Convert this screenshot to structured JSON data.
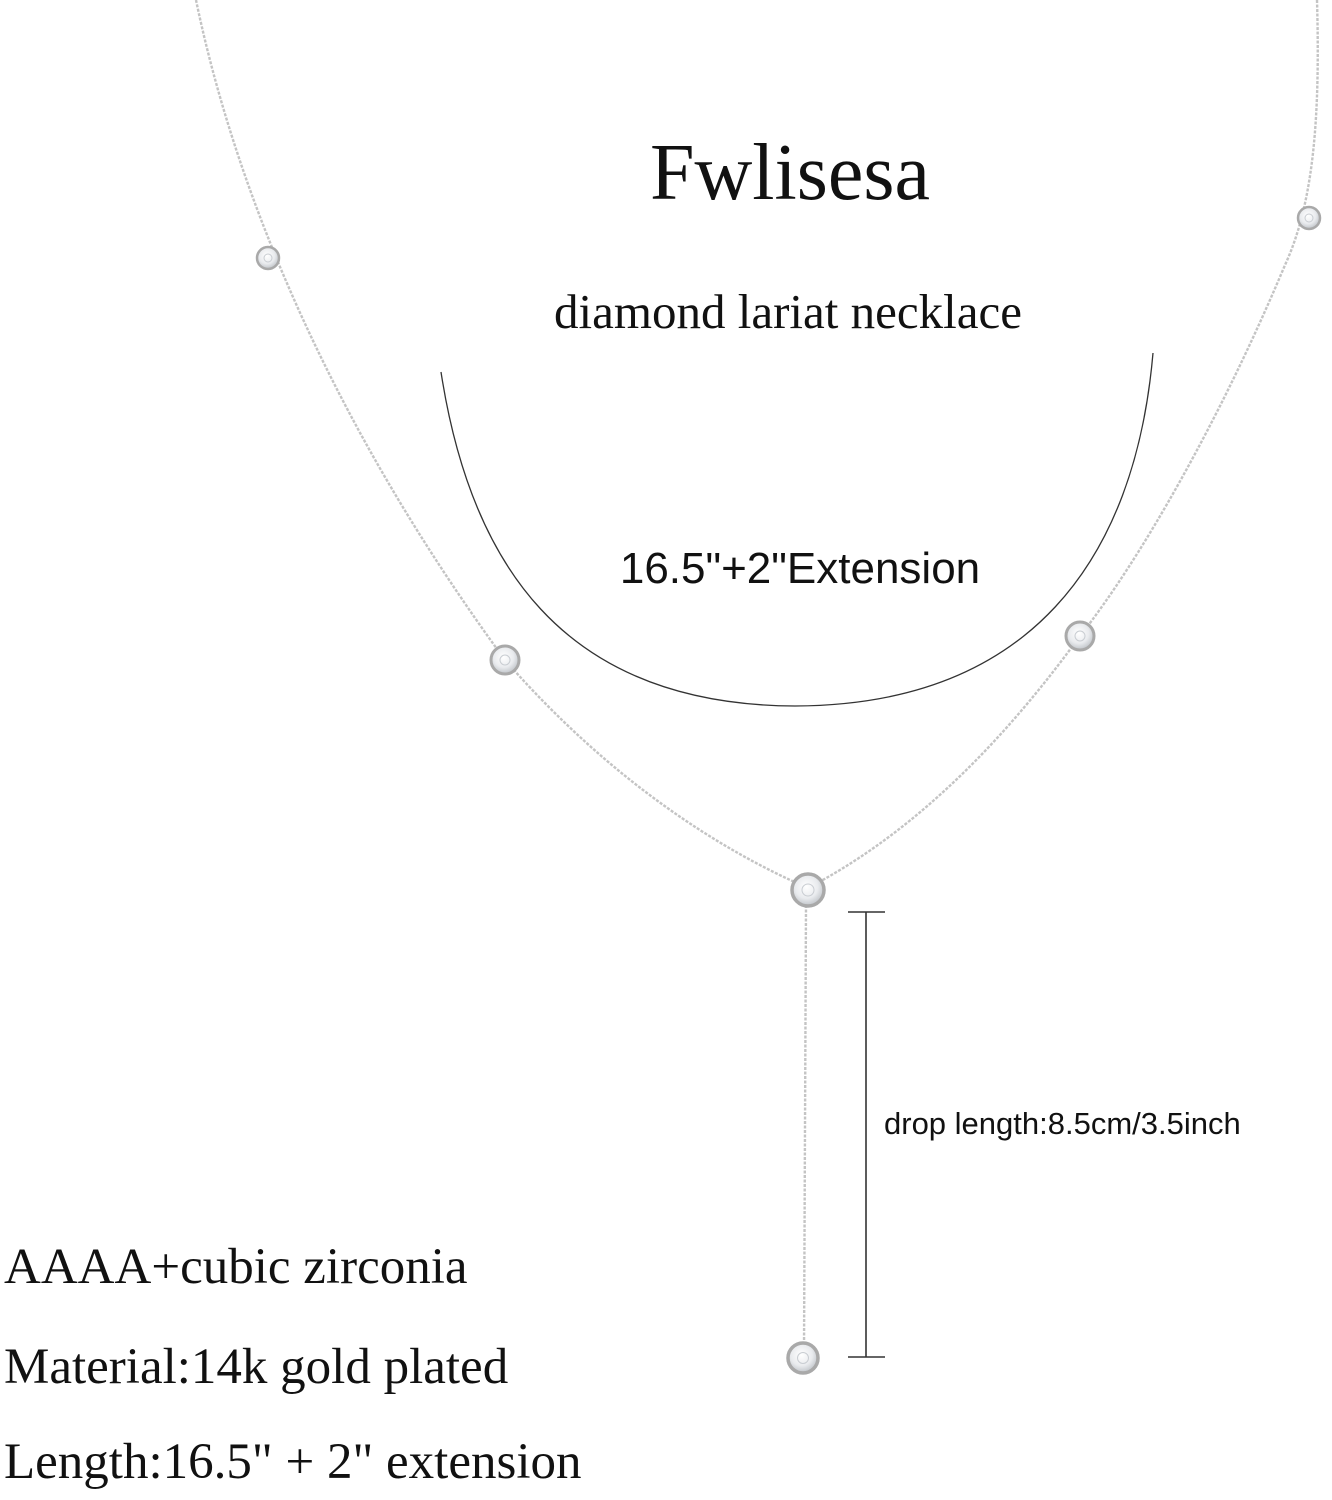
{
  "product": {
    "brand": "Fwlisesa",
    "subtitle": "diamond lariat necklace",
    "length_callout": "16.5\"+2\"Extension",
    "drop_callout": "drop length:8.5cm/3.5inch"
  },
  "specs": [
    "AAAA+cubic zirconia",
    "Material:14k gold plated",
    "Length:16.5\" + 2\" extension"
  ],
  "colors": {
    "background": "#ffffff",
    "text": "#111111",
    "chain": "#c4c4c4",
    "bezel": "#a9a9a9",
    "stone": "#eef0f2",
    "guide_line": "#333333"
  }
}
